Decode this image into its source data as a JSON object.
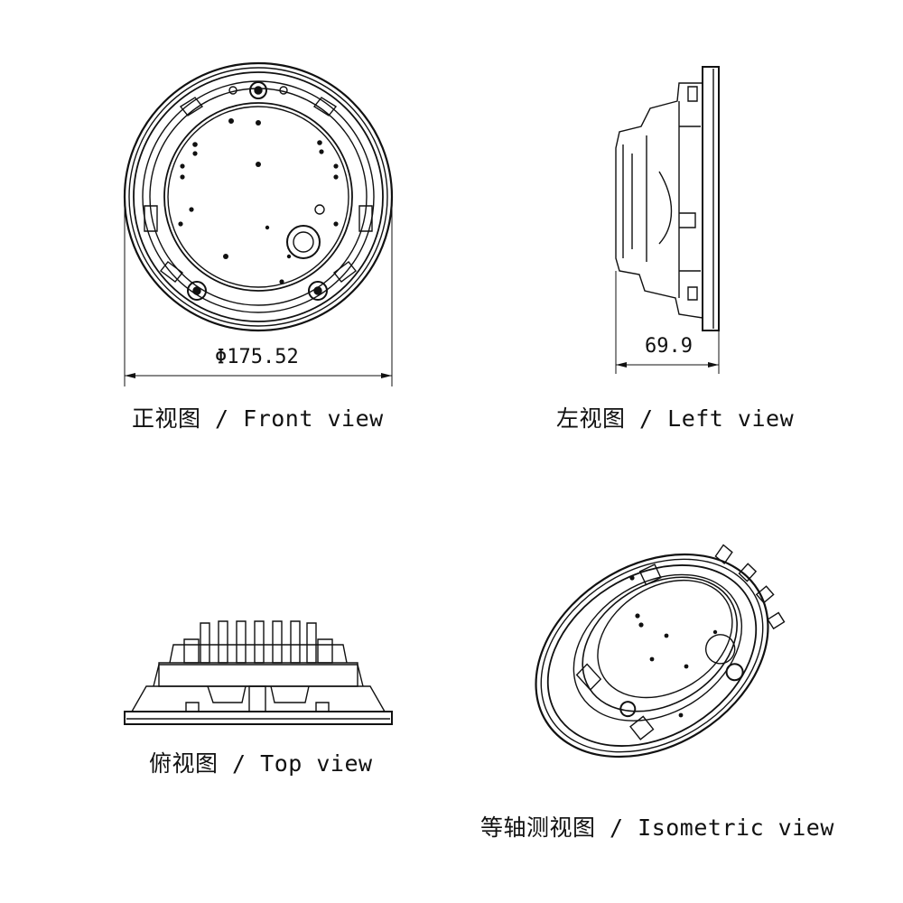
{
  "views": {
    "front": {
      "caption": "正视图 / Front view",
      "dimension": "Φ175.52"
    },
    "left": {
      "caption": "左视图 / Left view",
      "dimension": "69.9"
    },
    "top": {
      "caption": "俯视图 / Top view"
    },
    "isometric": {
      "caption": "等轴测视图 / Isometric view"
    }
  },
  "colors": {
    "line": "#111111",
    "background": "#ffffff"
  }
}
